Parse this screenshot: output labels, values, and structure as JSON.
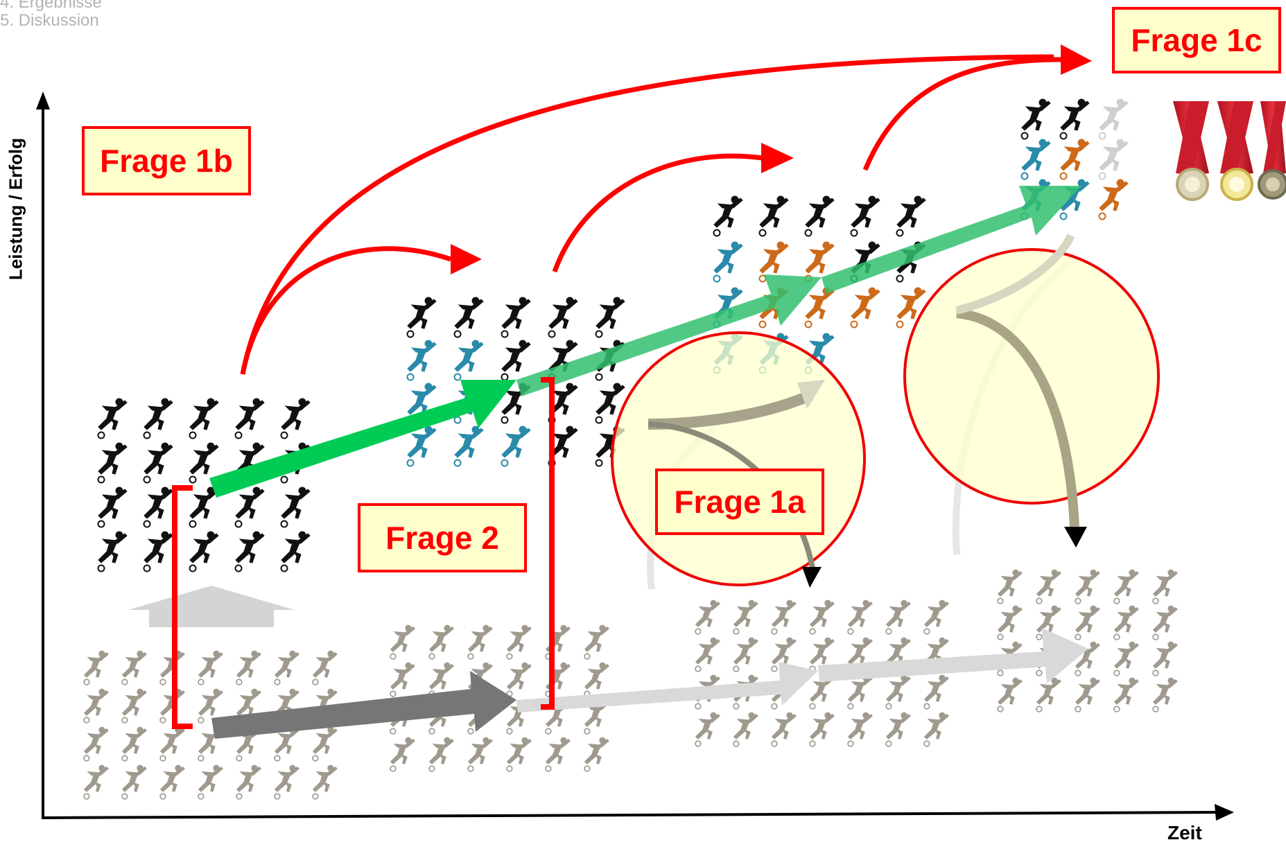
{
  "nav": {
    "item1": "4. Ergebnisse",
    "item2": "5. Diskussion"
  },
  "axes": {
    "y_label": "Leistung / Erfolg",
    "x_label": "Zeit"
  },
  "questions": {
    "q1a": "Frage 1a",
    "q1b": "Frage 1b",
    "q1c": "Frage 1c",
    "q2": "Frage 2"
  },
  "colors": {
    "question_border": "#ff0000",
    "question_fill": "#ffffcc",
    "success_arrow": "#00cc55",
    "failure_arrow": "#707070",
    "player_black": "#111111",
    "player_teal": "#2a8aaa",
    "player_orange": "#cc6a1a",
    "player_grey": "#a09a8e",
    "magnifier_fill": "#ffffcc"
  },
  "icons": {
    "player": "football-player-icon",
    "medals": "olympic-medals-icon"
  }
}
